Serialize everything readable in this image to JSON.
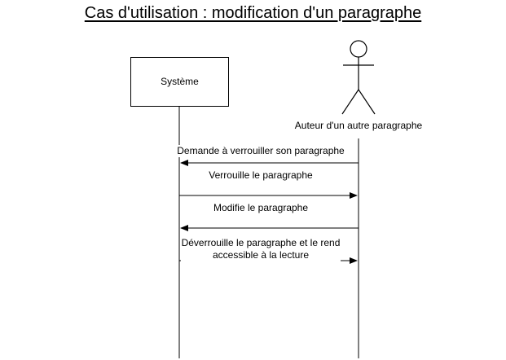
{
  "title": "Cas d'utilisation : modification d'un paragraphe",
  "participants": {
    "system": {
      "label": "Système"
    },
    "actor": {
      "label": "Auteur d'un autre paragraphe",
      "icon": "stick-figure-icon"
    }
  },
  "messages": [
    {
      "label": "Demande à verrouiller son paragraphe",
      "from": "actor",
      "to": "system"
    },
    {
      "label": "Verrouille le paragraphe",
      "from": "system",
      "to": "actor"
    },
    {
      "label": "Modifie le paragraphe",
      "from": "actor",
      "to": "system"
    },
    {
      "label": "Déverrouille le paragraphe et le rend accessible à la lecture",
      "from": "system",
      "to": "actor"
    }
  ],
  "colors": {
    "line": "#000000",
    "background": "#ffffff"
  }
}
